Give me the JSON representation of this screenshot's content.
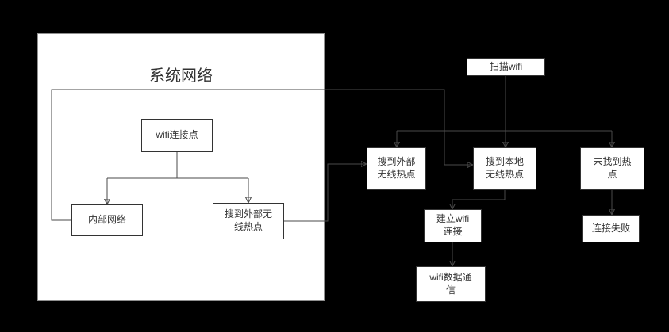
{
  "diagram": {
    "panel": {
      "title": "系统网络"
    },
    "nodes": {
      "wifi_ap": {
        "label": "wifi连接点"
      },
      "internal_net": {
        "label": "内部网络"
      },
      "ext_hotspot_inner": {
        "label": "搜到外部无线热点"
      },
      "scan_wifi": {
        "label": "扫描wifi"
      },
      "ext_hotspot": {
        "label": "搜到外部无线热点"
      },
      "local_hotspot": {
        "label": "搜到本地无线热点"
      },
      "no_hotspot": {
        "label": "未找到热点"
      },
      "establish_conn": {
        "label": "建立wifi连接"
      },
      "data_comm": {
        "label": "wifi数据通信"
      },
      "conn_fail": {
        "label": "连接失败"
      }
    },
    "edges": [
      {
        "from": "wifi_ap",
        "to": "internal_net"
      },
      {
        "from": "wifi_ap",
        "to": "ext_hotspot_inner"
      },
      {
        "from": "internal_net",
        "to": "local_hotspot"
      },
      {
        "from": "ext_hotspot_inner",
        "to": "ext_hotspot"
      },
      {
        "from": "scan_wifi",
        "to": "ext_hotspot"
      },
      {
        "from": "scan_wifi",
        "to": "local_hotspot"
      },
      {
        "from": "scan_wifi",
        "to": "no_hotspot"
      },
      {
        "from": "local_hotspot",
        "to": "establish_conn"
      },
      {
        "from": "establish_conn",
        "to": "data_comm"
      },
      {
        "from": "no_hotspot",
        "to": "conn_fail"
      }
    ],
    "colors": {
      "background": "#000000",
      "panel_fill": "#ffffff",
      "panel_border": "#8f8f8f",
      "node_fill": "#ffffff",
      "node_border": "#333333",
      "connector": "#4a4a4a",
      "text": "#333333"
    }
  }
}
